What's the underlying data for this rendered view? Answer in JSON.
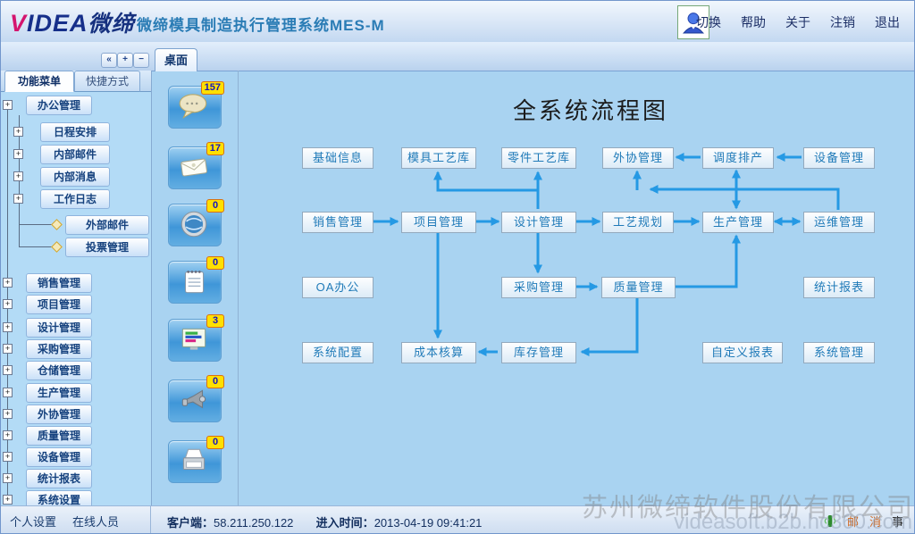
{
  "colors": {
    "arrow": "#2599e4",
    "badge_bg": "#ffe000",
    "badge_text": "#1515c0",
    "logo_navy": "#162f8a",
    "logo_accent": "#d4156e",
    "title_blue": "#2a7cb5"
  },
  "header": {
    "logo_text": "VIDEA",
    "logo_cn": "微缔",
    "title": "微缔模具制造执行管理系统MES-M",
    "menu": [
      "切换",
      "帮助",
      "关于",
      "注销",
      "退出"
    ]
  },
  "subbar": {
    "collapse_controls": [
      "«",
      "+",
      "−"
    ],
    "desktop_tab": "桌面"
  },
  "sidebar": {
    "tabs": [
      {
        "label": "功能菜单",
        "active": true
      },
      {
        "label": "快捷方式",
        "active": false
      }
    ],
    "tree": [
      {
        "id": "office-mgmt",
        "label": "办公管理",
        "level": 0,
        "marker": "plus"
      },
      {
        "id": "schedule",
        "label": "日程安排",
        "level": 1,
        "marker": "plus"
      },
      {
        "id": "internal-mail",
        "label": "内部邮件",
        "level": 1,
        "marker": "plus"
      },
      {
        "id": "internal-msg",
        "label": "内部消息",
        "level": 1,
        "marker": "plus"
      },
      {
        "id": "work-log",
        "label": "工作日志",
        "level": 1,
        "marker": "plus"
      },
      {
        "id": "external-mail",
        "label": "外部邮件",
        "level": 2,
        "marker": "diamond"
      },
      {
        "id": "vote-mgmt",
        "label": "投票管理",
        "level": 2,
        "marker": "diamond"
      },
      {
        "id": "sales-mgmt",
        "label": "销售管理",
        "level": 0,
        "marker": "plus"
      },
      {
        "id": "project-mgmt",
        "label": "项目管理",
        "level": 0,
        "marker": "plus"
      },
      {
        "id": "design-mgmt",
        "label": "设计管理",
        "level": 0,
        "marker": "plus"
      },
      {
        "id": "purchase-mgmt",
        "label": "采购管理",
        "level": 0,
        "marker": "plus"
      },
      {
        "id": "warehouse-mgmt",
        "label": "仓储管理",
        "level": 0,
        "marker": "plus"
      },
      {
        "id": "production-mgmt",
        "label": "生产管理",
        "level": 0,
        "marker": "plus"
      },
      {
        "id": "outsource-mgmt",
        "label": "外协管理",
        "level": 0,
        "marker": "plus"
      },
      {
        "id": "quality-mgmt",
        "label": "质量管理",
        "level": 0,
        "marker": "plus"
      },
      {
        "id": "equipment-mgmt",
        "label": "设备管理",
        "level": 0,
        "marker": "plus"
      },
      {
        "id": "stat-report",
        "label": "统计报表",
        "level": 0,
        "marker": "plus"
      },
      {
        "id": "system-settings",
        "label": "系统设置",
        "level": 0,
        "marker": "plus"
      }
    ]
  },
  "quick_icons": [
    {
      "name": "chat-icon",
      "badge": "157"
    },
    {
      "name": "mail-icon",
      "badge": "17"
    },
    {
      "name": "web-icon",
      "badge": "0"
    },
    {
      "name": "notes-icon",
      "badge": "0"
    },
    {
      "name": "report-icon",
      "badge": "3"
    },
    {
      "name": "announce-icon",
      "badge": "0"
    },
    {
      "name": "print-icon",
      "badge": "0"
    }
  ],
  "flowchart": {
    "title": "全系统流程图",
    "nodes": [
      {
        "id": "basic-info",
        "label": "基础信息"
      },
      {
        "id": "mold-lib",
        "label": "模具工艺库"
      },
      {
        "id": "part-lib",
        "label": "零件工艺库"
      },
      {
        "id": "outsourcing",
        "label": "外协管理"
      },
      {
        "id": "scheduling",
        "label": "调度排产"
      },
      {
        "id": "equipment",
        "label": "设备管理"
      },
      {
        "id": "sales",
        "label": "销售管理"
      },
      {
        "id": "project",
        "label": "项目管理"
      },
      {
        "id": "design",
        "label": "设计管理"
      },
      {
        "id": "process-planning",
        "label": "工艺规划"
      },
      {
        "id": "production",
        "label": "生产管理"
      },
      {
        "id": "maintenance",
        "label": "运维管理"
      },
      {
        "id": "oa",
        "label": "OA办公"
      },
      {
        "id": "purchasing",
        "label": "采购管理"
      },
      {
        "id": "quality",
        "label": "质量管理"
      },
      {
        "id": "stat-report",
        "label": "统计报表"
      },
      {
        "id": "sys-config",
        "label": "系统配置"
      },
      {
        "id": "cost",
        "label": "成本核算"
      },
      {
        "id": "inventory",
        "label": "库存管理"
      },
      {
        "id": "custom-report",
        "label": "自定义报表"
      },
      {
        "id": "sys-mgmt",
        "label": "系统管理"
      }
    ]
  },
  "status_bar": {
    "left_links": [
      "个人设置",
      "在线人员"
    ],
    "client_label": "客户端：",
    "client_ip": "58.211.250.122",
    "time_label": "进入时间：",
    "time_value": "2013-04-19 09:41:21",
    "notices": [
      "邮",
      "消",
      "事"
    ]
  },
  "watermark": {
    "line1": "苏州微缔软件股份有限公司",
    "line2": "videasoft.b2b.hc360.com"
  }
}
